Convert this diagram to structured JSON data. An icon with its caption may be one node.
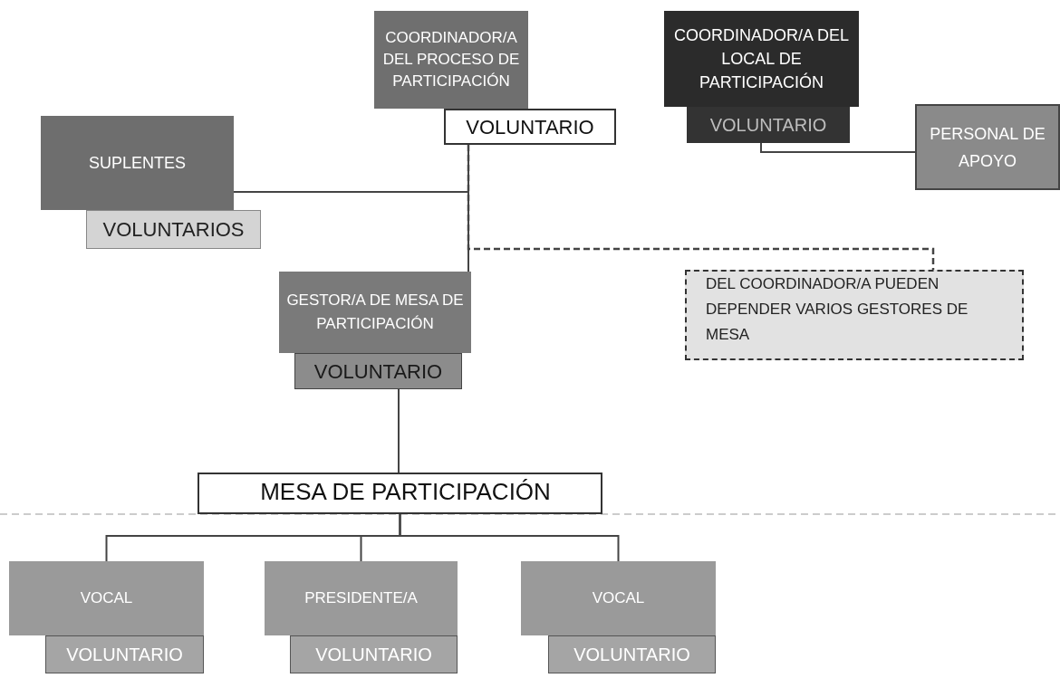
{
  "diagram": {
    "nodes": [
      {
        "text": [
          "COORDINADOR/A DEL PROCESO DE PARTICIPACIÓN"
        ]
      },
      {
        "text": [
          "VOLUNTARIO"
        ]
      },
      {
        "text": [
          "SUPLENTES"
        ]
      },
      {
        "text": [
          "VOLUNTARIOS"
        ]
      },
      {
        "text": [
          "COORDINADOR/A DEL LOCAL DE PARTICIPACIÓN"
        ]
      },
      {
        "text": [
          "VOLUNTARIO"
        ]
      },
      {
        "text": [
          "PERSONAL DE APOYO"
        ]
      },
      {
        "text": [
          "GESTOR/A DE MESA DE PARTICIPACIÓN"
        ]
      },
      {
        "text": [
          "VOLUNTARIO"
        ]
      },
      {
        "text": [
          "DEL COORDINADOR/A PUEDEN DEPENDER VARIOS GESTORES DE MESA"
        ]
      },
      {
        "text": [
          "MESA DE PARTICIPACIÓN"
        ]
      },
      {
        "text": [
          "VOCAL"
        ]
      },
      {
        "text": [
          "VOLUNTARIO"
        ]
      },
      {
        "text": [
          "PRESIDENTE/A"
        ]
      },
      {
        "text": [
          "VOLUNTARIO"
        ]
      },
      {
        "text": [
          "VOCAL"
        ]
      },
      {
        "text": [
          "VOLUNTARIO"
        ]
      }
    ],
    "edges": [
      {
        "from": 1,
        "to": 2,
        "arrow": "none"
      },
      {
        "from": 1,
        "to": 7,
        "arrow": "none"
      },
      {
        "from": 1,
        "to": 9,
        "arrow": "none",
        "style": "dashed"
      },
      {
        "from": 5,
        "to": 6,
        "arrow": "none"
      },
      {
        "from": 8,
        "to": 10,
        "arrow": "none"
      },
      {
        "from": 10,
        "to": 11,
        "arrow": "none"
      },
      {
        "from": 10,
        "to": 13,
        "arrow": "none"
      },
      {
        "from": 10,
        "to": 15,
        "arrow": "none"
      }
    ]
  }
}
